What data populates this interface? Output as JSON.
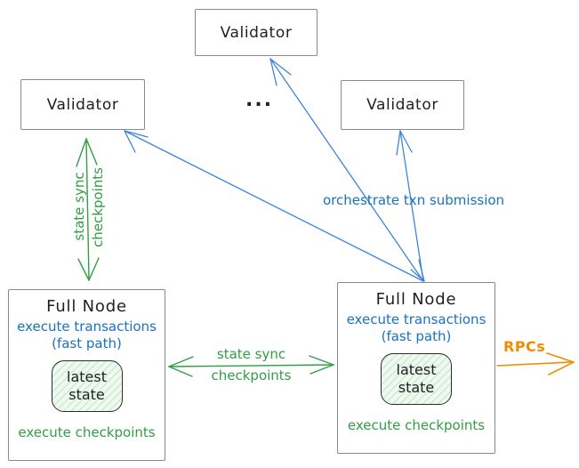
{
  "validators": [
    {
      "label": "Validator",
      "position": "top"
    },
    {
      "label": "Validator",
      "position": "left"
    },
    {
      "label": "Validator",
      "position": "right"
    }
  ],
  "ellipsis": "...",
  "full_nodes": [
    {
      "title": "Full Node",
      "execute_line1": "execute transactions",
      "execute_line2": "(fast path)",
      "state_box": {
        "line1": "latest",
        "line2": "state"
      },
      "footer": "execute checkpoints"
    },
    {
      "title": "Full Node",
      "execute_line1": "execute transactions",
      "execute_line2": "(fast path)",
      "state_box": {
        "line1": "latest",
        "line2": "state"
      },
      "footer": "execute checkpoints"
    }
  ],
  "edges": {
    "vertical_state_sync": {
      "line1": "state sync",
      "line2": "checkpoints"
    },
    "horizontal_state_sync": {
      "line1": "state sync",
      "line2": "checkpoints"
    },
    "orchestrate": "orchestrate txn submission",
    "rpcs": "RPCs"
  },
  "colors": {
    "green": "#2f9e44",
    "blue": "#1971c2",
    "arrow_blue": "#3d85d9",
    "orange": "#f08c00",
    "border_gray": "#8a8a8a",
    "text_black": "#1f1f1f"
  }
}
